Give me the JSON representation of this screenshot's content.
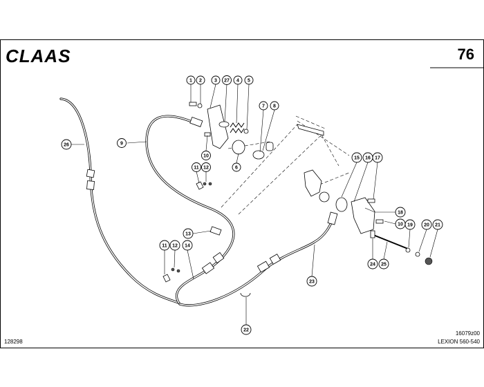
{
  "header": {
    "brand": "CLAAS",
    "page_number": "76"
  },
  "footer": {
    "left_code": "128298",
    "right_code": "16079z00",
    "model": "LEXION 560-540"
  },
  "callouts": {
    "c1": "1",
    "c2": "2",
    "c3": "3",
    "c27": "27",
    "c4": "4",
    "c5": "5",
    "c7": "7",
    "c8": "8",
    "c9": "9",
    "c10a": "10",
    "c6": "6",
    "c11a": "11",
    "c12a": "12",
    "c26": "26",
    "c15": "15",
    "c16": "16",
    "c17": "17",
    "c18": "18",
    "c10b": "10",
    "c19": "19",
    "c20": "20",
    "c21": "21",
    "c13": "13",
    "c11b": "11",
    "c12b": "12",
    "c14": "14",
    "c24": "24",
    "c25": "25",
    "c23": "23",
    "c22": "22"
  },
  "colors": {
    "ink": "#000000",
    "paper": "#ffffff",
    "shade": "#555555"
  }
}
